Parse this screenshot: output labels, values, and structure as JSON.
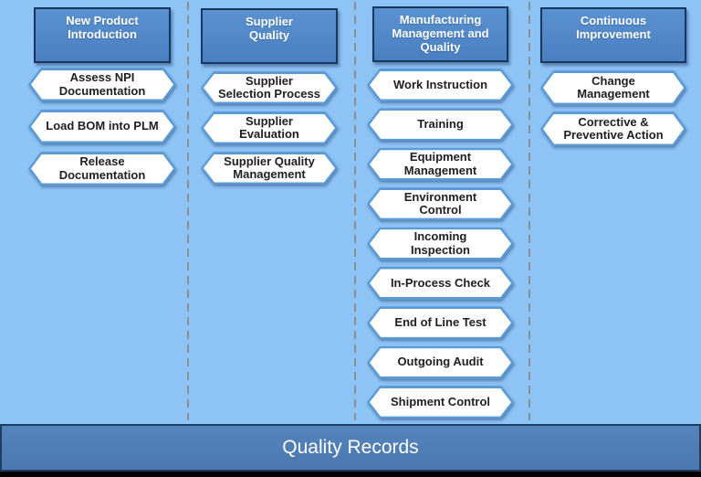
{
  "colors": {
    "background": "#8ec3f6",
    "header_fill": "#4d86c8",
    "header_border": "#17375e",
    "step_border": "#5b9bd5",
    "step_fill": "#ffffff",
    "step_text": "#1f1f1f",
    "banner_fill": "#4f7cb5",
    "banner_border": "#1d3e63",
    "divider": "#8b8e91"
  },
  "columns": [
    {
      "header": "New Product\nIntroduction",
      "items": [
        "Assess NPI\nDocumentation",
        "Load BOM into PLM",
        "Release\nDocumentation"
      ]
    },
    {
      "header": "Supplier\nQuality",
      "items": [
        "Supplier\nSelection Process",
        "Supplier\nEvaluation",
        "Supplier Quality\nManagement"
      ]
    },
    {
      "header": "Manufacturing\nManagement and\nQuality",
      "items": [
        "Work Instruction",
        "Training",
        "Equipment\nManagement",
        "Environment\nControl",
        "Incoming\nInspection",
        "In-Process Check",
        "End of Line Test",
        "Outgoing Audit",
        "Shipment Control"
      ]
    },
    {
      "header": "Continuous\nImprovement",
      "items": [
        "Change\nManagement",
        "Corrective &\nPreventive Action"
      ]
    }
  ],
  "banner": {
    "label": "Quality Records"
  }
}
